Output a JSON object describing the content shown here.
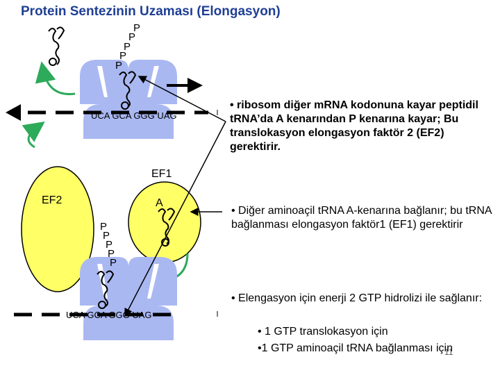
{
  "title": "Protein Sentezinin Uzaması (Elongasyon)",
  "bullets": {
    "b1": "• ribosom diğer mRNA kodonuna kayar peptidil tRNA’da A kenarından P kenarına kayar; Bu translokasyon elongasyon faktör 2 (EF2) gerektirir.",
    "b2": "• Diğer aminoaçil tRNA A-kenarına bağlanır; bu tRNA bağlanması elongasyon faktör1 (EF1) gerektirir",
    "b3_line1": "• Elengasyon için enerji 2 GTP hidrolizi ile sağlanır:",
    "b3_sub1": "• 1 GTP translokasyon için",
    "b3_sub2": "•1 GTP aminoaçil tRNA bağlanması için"
  },
  "labels": {
    "ef1": "EF1",
    "ef2": "EF2",
    "site_a": "A",
    "phosphate": "P",
    "codons_top": "UCA  GCA GGG UAG",
    "codons_bottom": "UCA  GCA GGG UAG",
    "page_number": "11"
  },
  "colors": {
    "title": "#1f3f94",
    "ribosome": "#aab8f2",
    "ef_fill": "#ffff66",
    "arrow_green": "#2daa5a"
  }
}
